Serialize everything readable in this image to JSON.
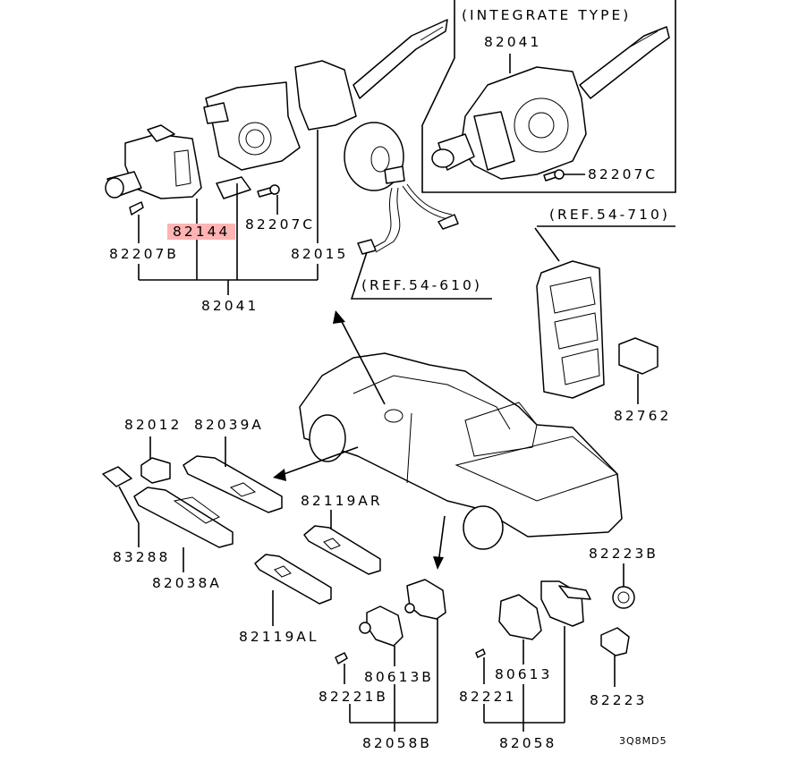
{
  "diagram": {
    "title": "Column switch / window switch / door switch parts diagram",
    "figure_code": "3Q8MD5",
    "highlight_color": "#ffb3b3",
    "inset": {
      "title": "(INTEGRATE TYPE)",
      "parts": {
        "assembly": "82041",
        "screw": "82207C"
      }
    },
    "references": {
      "clock_spring": "(REF.54-610)",
      "junction_block": "(REF.54-710)"
    },
    "column_switch": {
      "assembly": "82041",
      "parts": {
        "screw_b": "82207B",
        "highlighted": "82144",
        "screw_c": "82207C",
        "wiper_switch": "82015"
      }
    },
    "relay": "82762",
    "window_switches": {
      "switch_small": "82012",
      "main_right": "82039A",
      "cover": "83288",
      "main_left": "82038A",
      "rear_right": "82119AR",
      "rear_left": "82119AL"
    },
    "door_switches": {
      "left_group": {
        "assembly": "82058B",
        "cap": "80613B",
        "screw": "82221B"
      },
      "right_group": {
        "assembly": "82058",
        "cap": "80613",
        "screw": "82221"
      },
      "grommet": "82223B",
      "cap_cover": "82223"
    }
  }
}
